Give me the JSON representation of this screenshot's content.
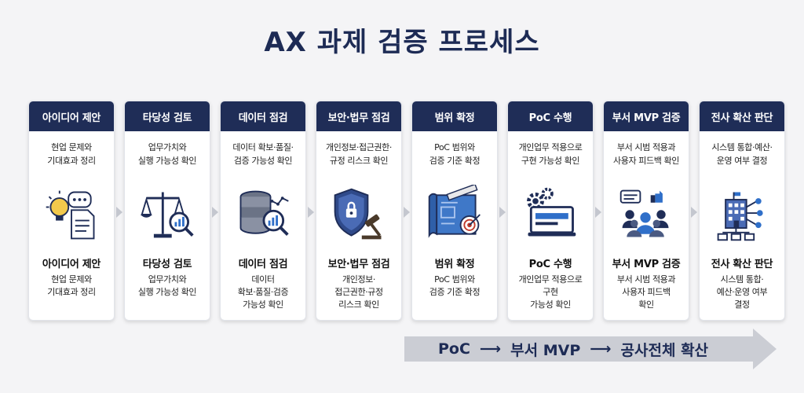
{
  "title": "AX 과제 검증 프로세스",
  "steps": [
    {
      "head": "아이디어 제안",
      "desc": [
        "현업 문제와",
        "기대효과 정리"
      ],
      "icon": "idea-icon",
      "label": "아이디어 제안",
      "desc2": [
        "현업 문제와",
        "기대효과 정리"
      ]
    },
    {
      "head": "타당성 검토",
      "desc": [
        "업무가치와",
        "실행 가능성 확인"
      ],
      "icon": "scale-magnifier-icon",
      "label": "타당성 검토",
      "desc2": [
        "업무가치와",
        "실행 가능성 확인"
      ]
    },
    {
      "head": "데이터 점검",
      "desc": [
        "데이터 확보·품질·",
        "검증 가능성 확인"
      ],
      "icon": "database-icon",
      "label": "데이터 점검",
      "desc2": [
        "데이터",
        "확보·품질·검증",
        "가능성 확인"
      ]
    },
    {
      "head": "보안·법무 점검",
      "desc": [
        "개인정보·접근권한·",
        "규정 리스크 확인"
      ],
      "icon": "shield-gavel-icon",
      "label": "보안·법무 점검",
      "desc2": [
        "개인정보·",
        "접근권한·규정",
        "리스크 확인"
      ]
    },
    {
      "head": "범위 확정",
      "desc": [
        "PoC 범위와",
        "검증 기준 확정"
      ],
      "icon": "blueprint-target-icon",
      "label": "범위 확정",
      "desc2": [
        "PoC 범위와",
        "검증 기준 확정"
      ]
    },
    {
      "head": "PoC 수행",
      "desc": [
        "개인업무 적용으로",
        "구현 가능성 확인"
      ],
      "icon": "gear-screen-icon",
      "label": "PoC 수행",
      "desc2": [
        "개인업무 적용으로",
        "구현",
        "가능성 확인"
      ]
    },
    {
      "head": "부서 MVP 검증",
      "desc": [
        "부서 시범 적용과",
        "사용자 피드백 확인"
      ],
      "icon": "team-feedback-icon",
      "label": "부서 MVP 검증",
      "desc2": [
        "부서 시범 적용과",
        "사용자 피드백",
        "확인"
      ]
    },
    {
      "head": "전사 확산 판단",
      "desc": [
        "시스템 통합·예산·",
        "운영 여부 결정"
      ],
      "icon": "building-network-icon",
      "label": "전사 확산 판단",
      "desc2": [
        "시스템 통합·",
        "예산·운영 여부",
        "결정"
      ]
    }
  ],
  "flow": {
    "stage1": "PoC",
    "arrow1": "⟶",
    "stage2": "부서 MVP",
    "arrow2": "⟶",
    "stage3": "공사전체 확산"
  },
  "colors": {
    "header": "#1f2d57",
    "title": "#1d2b55",
    "arrow": "#c4c7cf",
    "flow_bg": "#cbcdd4"
  }
}
